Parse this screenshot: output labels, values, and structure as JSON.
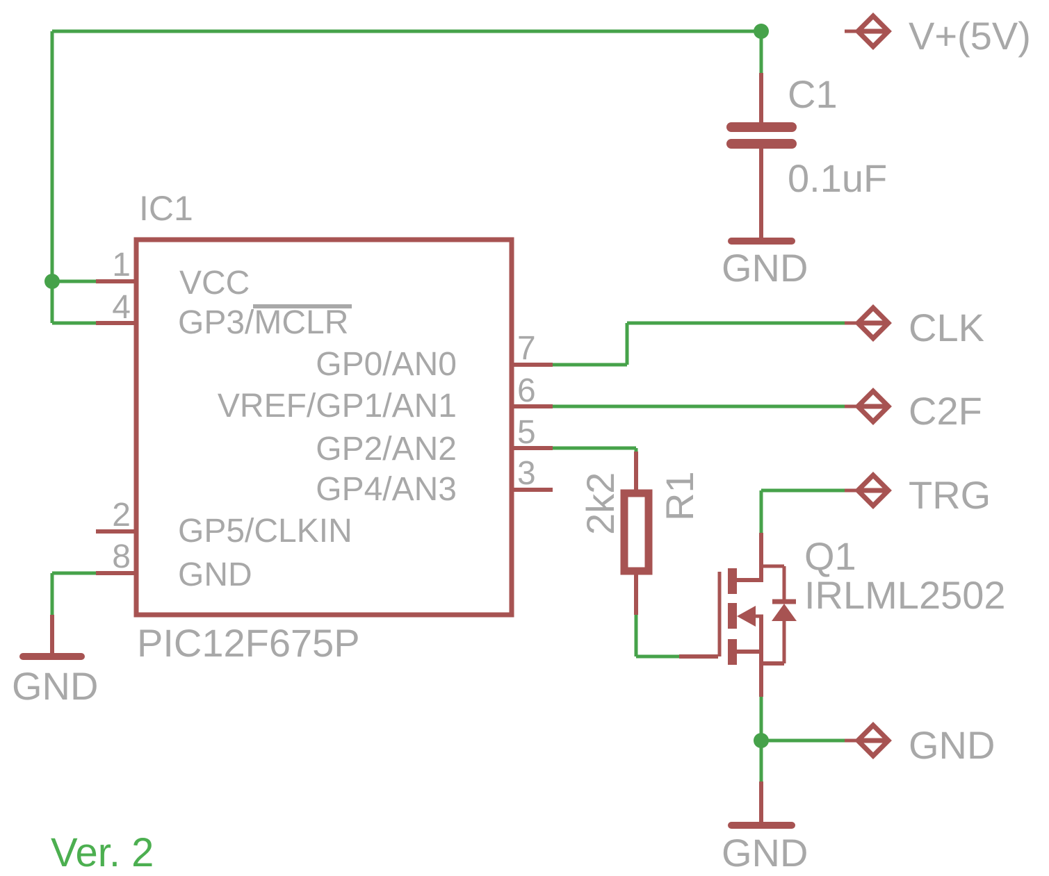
{
  "colors": {
    "net_green": "#46a24a",
    "symbol_red": "#a75352",
    "label_gray": "#a8a8a8",
    "version_green": "#4caf50",
    "background": "#ffffff"
  },
  "ic1": {
    "ref": "IC1",
    "part": "PIC12F675P",
    "left_pins": [
      {
        "number": "1",
        "name": "VCC"
      },
      {
        "number": "4",
        "name": "GP3/MCLR"
      },
      {
        "number": "2",
        "name": "GP5/CLKIN"
      },
      {
        "number": "8",
        "name": "GND"
      }
    ],
    "right_pins": [
      {
        "number": "7",
        "name": "GP0/AN0"
      },
      {
        "number": "6",
        "name": "VREF/GP1/AN1"
      },
      {
        "number": "5",
        "name": "GP2/AN2"
      },
      {
        "number": "3",
        "name": "GP4/AN3"
      }
    ]
  },
  "c1": {
    "ref": "C1",
    "value": "0.1uF"
  },
  "r1": {
    "ref": "R1",
    "value": "2k2"
  },
  "q1": {
    "ref": "Q1",
    "value": "IRLML2502"
  },
  "terminals": {
    "vplus": {
      "label": "V+(5V)"
    },
    "clk": {
      "label": "CLK"
    },
    "c2f": {
      "label": "C2F"
    },
    "trg": {
      "label": "TRG"
    },
    "gnd": {
      "label": "GND"
    }
  },
  "grounds": {
    "c1": "GND",
    "ic": "GND",
    "q1": "GND"
  },
  "version": "Ver. 2"
}
